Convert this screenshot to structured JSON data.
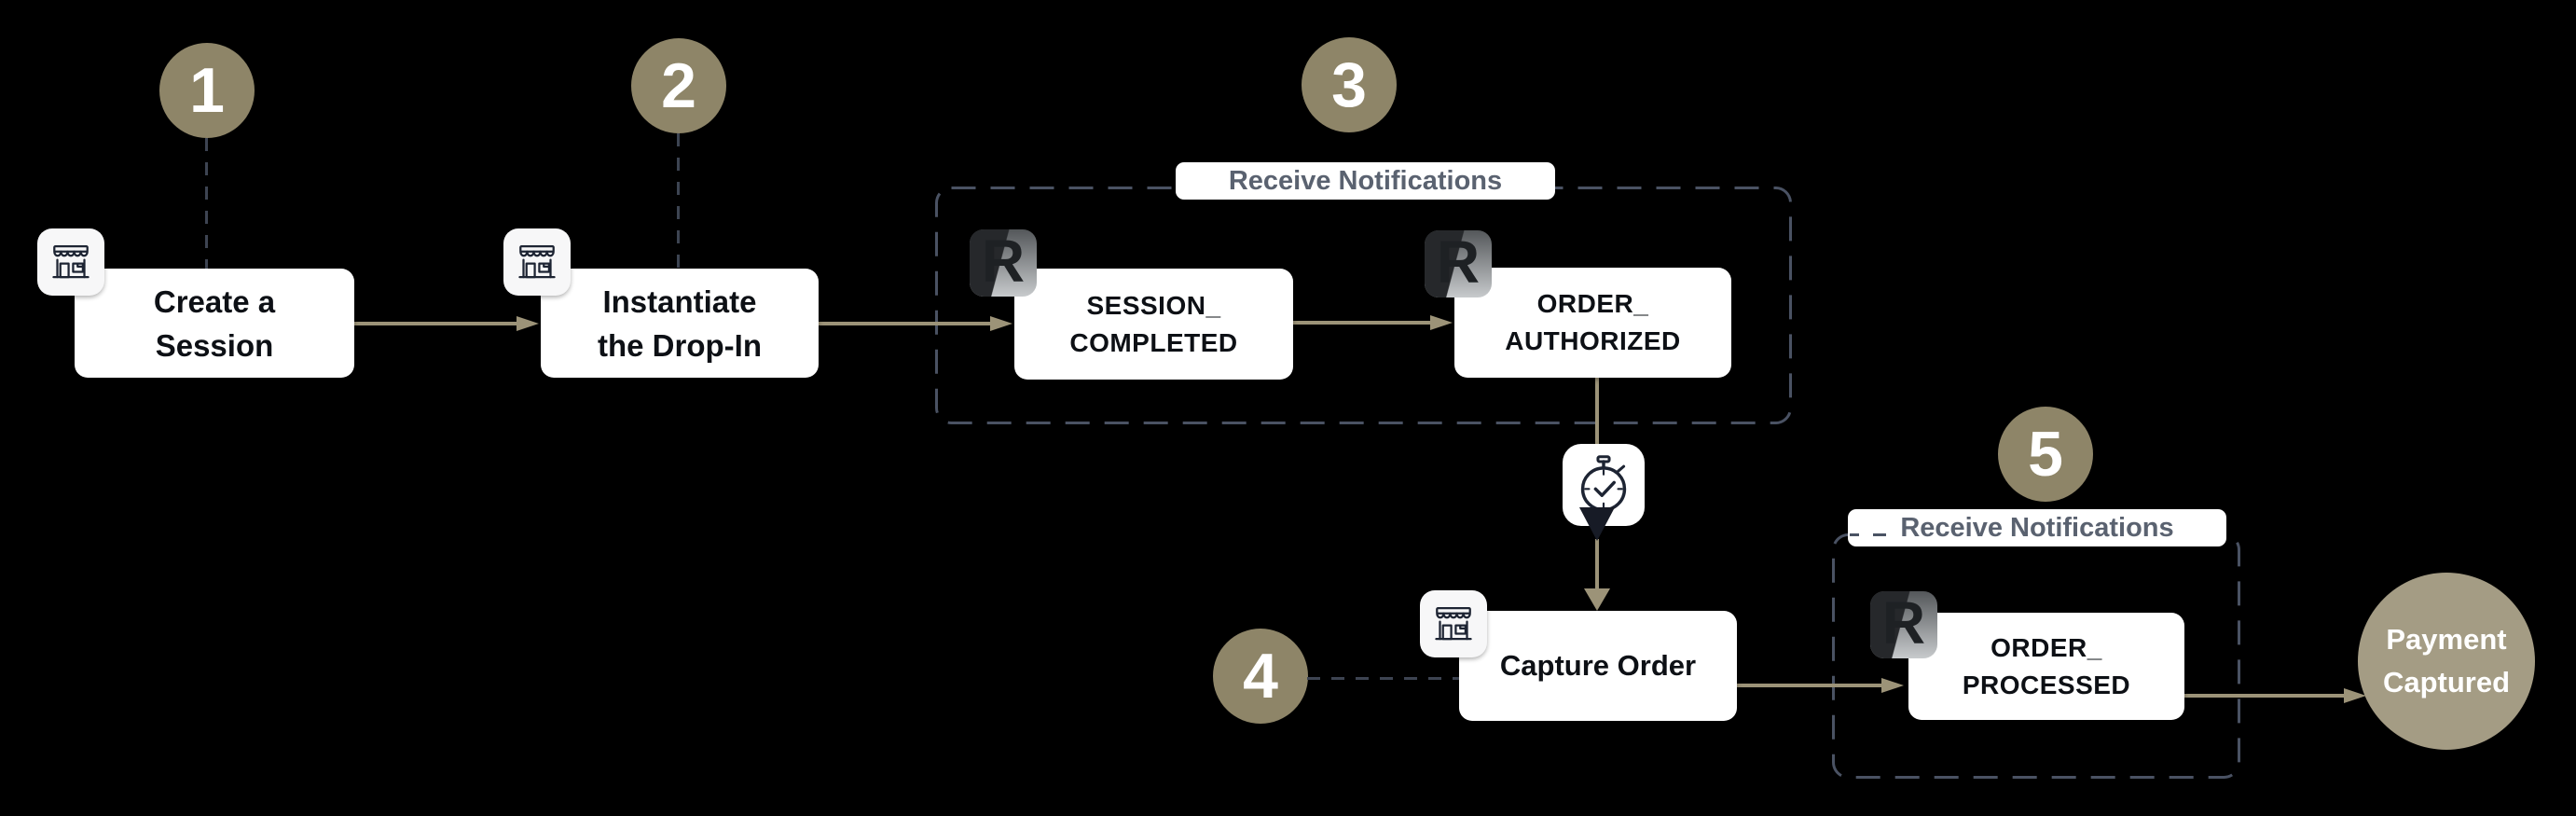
{
  "colors": {
    "background": "#000000",
    "step-circle": "#8E8568",
    "terminal-circle": "#A49C84",
    "arrow": "#9C9378",
    "dash": "#3D4452",
    "group-border": "#4A5263",
    "label-text": "#5A6270",
    "box-text": "#0D1015",
    "box-bg": "#FFFFFF",
    "icon-stroke": "#1D2433",
    "number-text": "#FFFFFF",
    "terminal-text": "#FFFFFF"
  },
  "steps": {
    "s1": {
      "number": "1"
    },
    "s2": {
      "number": "2"
    },
    "s3": {
      "number": "3"
    },
    "s4": {
      "number": "4"
    },
    "s5": {
      "number": "5"
    }
  },
  "nodes": {
    "create_session": {
      "line1": "Create a",
      "line2": "Session"
    },
    "instantiate_dropin": {
      "line1": "Instantiate",
      "line2": "the Drop-In"
    },
    "session_completed": {
      "line1": "SESSION_",
      "line2": "COMPLETED"
    },
    "order_authorized": {
      "line1": "ORDER_",
      "line2": "AUTHORIZED"
    },
    "capture_order": {
      "label": "Capture Order"
    },
    "order_processed": {
      "line1": "ORDER_",
      "line2": "PROCESSED"
    }
  },
  "groups": {
    "notifications_1": {
      "label": "Receive Notifications"
    },
    "notifications_2": {
      "label": "Receive Notifications"
    }
  },
  "terminal": {
    "line1": "Payment",
    "line2": "Captured"
  },
  "logo": {
    "letter": "R"
  },
  "icons": {
    "storefront": "storefront line-art",
    "stopwatch": "stopwatch with checkmark and pin tail",
    "brand_r": "R brand logo tile"
  }
}
